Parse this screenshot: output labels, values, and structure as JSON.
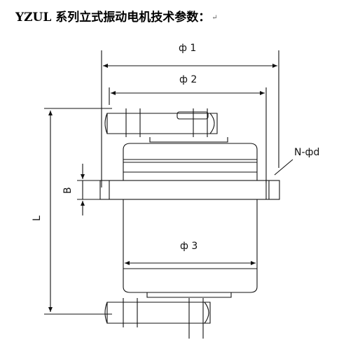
{
  "title": "YZUL 系列立式振动电机技术参数：",
  "paragraph_mark": "↵",
  "labels": {
    "phi1": "ф 1",
    "phi2": "ф 2",
    "phi3": "ф 3",
    "height": "L",
    "flange": "B",
    "holes": "N-фd"
  }
}
